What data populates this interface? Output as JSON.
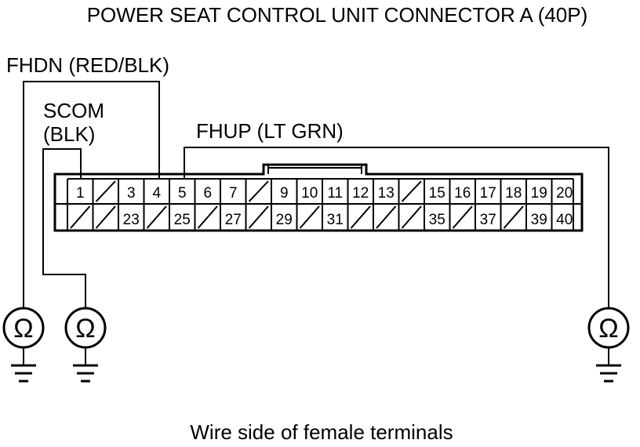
{
  "title": "POWER SEAT CONTROL UNIT CONNECTOR A (40P)",
  "caption": "Wire side of female terminals",
  "wires": {
    "fhdn": "FHDN (RED/BLK)",
    "scom_line1": "SCOM",
    "scom_line2": "(BLK)",
    "fhup": "FHUP (LT GRN)"
  },
  "ohm_symbol": "Ω",
  "connector": {
    "row1": [
      "1",
      "",
      "3",
      "4",
      "5",
      "6",
      "7",
      "",
      "9",
      "10",
      "11",
      "12",
      "13",
      "",
      "15",
      "16",
      "17",
      "18",
      "19",
      "20"
    ],
    "row2": [
      "",
      "",
      "23",
      "",
      "25",
      "",
      "27",
      "",
      "29",
      "",
      "31",
      "",
      "",
      "",
      "35",
      "",
      "37",
      "",
      "39",
      "40"
    ]
  }
}
